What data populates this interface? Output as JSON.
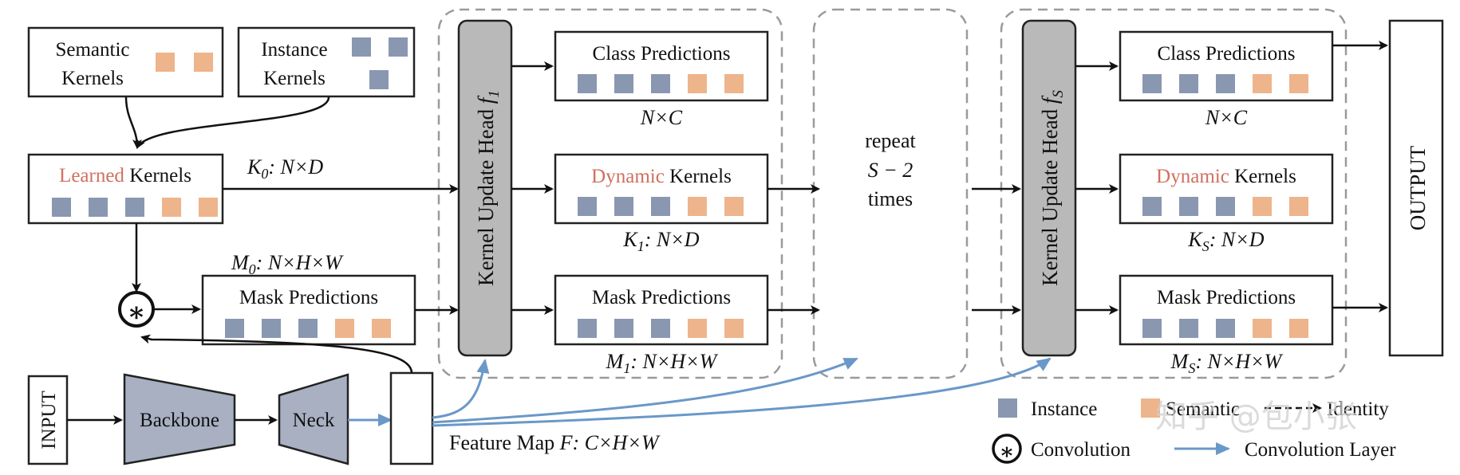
{
  "semantic_kernels": {
    "line1": "Semantic",
    "line2": "Kernels"
  },
  "instance_kernels": {
    "line1": "Instance",
    "line2": "Kernels"
  },
  "learned_kernels": {
    "word_colored": "Learned",
    "word": " Kernels",
    "colored_color": "#d0705f"
  },
  "k0_label": {
    "sym": "K",
    "sub": "0",
    "rest": ": N×D"
  },
  "m0_label": {
    "sym": "M",
    "sub": "0",
    "rest": ": N×H×W"
  },
  "mask_predictions": "Mask Predictions",
  "class_predictions": "Class Predictions",
  "dynamic_kernels": {
    "word_colored": "Dynamic",
    "word": " Kernels"
  },
  "nc_label": "N×C",
  "k1_label": {
    "sym": "K",
    "sub": "1",
    "rest": ": N×D"
  },
  "m1_label": {
    "sym": "M",
    "sub": "1",
    "rest": ": N×H×W"
  },
  "ks_label": {
    "sym": "K",
    "sub": "S",
    "rest": ": N×D"
  },
  "ms_label": {
    "sym": "M",
    "sub": "S",
    "rest": ": N×H×W"
  },
  "head1": {
    "text": "Kernel Update Head ",
    "sym": "f",
    "sub": "1"
  },
  "headS": {
    "text": "Kernel Update Head ",
    "sym": "f",
    "sub": "S"
  },
  "repeat": {
    "line1": "repeat",
    "line2": "S − 2",
    "line3": "times"
  },
  "output": "OUTPUT",
  "input": "INPUT",
  "backbone": "Backbone",
  "neck": "Neck",
  "feature_map": {
    "text": "Feature Map ",
    "sym": "F",
    "rest": ": C×H×W"
  },
  "legend": {
    "instance": "Instance",
    "semantic": "Semantic",
    "identity": "Identity",
    "convolution": "Convolution",
    "convolution_layer": "Convolution Layer"
  },
  "conv_symbol": "∗",
  "watermark": "知乎 @包小张",
  "colors": {
    "instance": "#8a97b1",
    "semantic": "#eeb48b",
    "conv_layer": "#6a98c8",
    "accent_text": "#d0705f"
  }
}
